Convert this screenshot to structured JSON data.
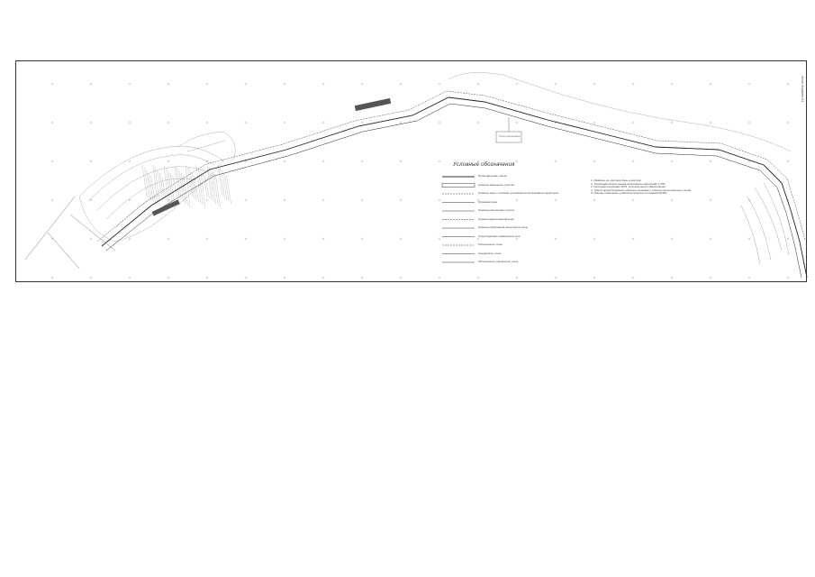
{
  "drawing": {
    "legend_title": "Условные обозначения",
    "side_stamp": "Лист Формат А3",
    "label_box": "Точка подключения"
  },
  "legend": {
    "items": [
      {
        "text": "Проектируемая трасса"
      },
      {
        "text": "Граница земельного участка"
      },
      {
        "text": "Граница зоны с особыми условиями использования территории"
      },
      {
        "text": "Охранная зона"
      },
      {
        "text": "Граница населенного пункта"
      },
      {
        "text": "Граница водоохранной зоны"
      },
      {
        "text": "Граница прибрежной защитной полосы"
      },
      {
        "text": "Существующие инженерные сети"
      },
      {
        "text": "Обозначение точек"
      },
      {
        "text": "Координаты точек"
      },
      {
        "text": "Обозначение поворотных точек"
      }
    ]
  },
  "notes": {
    "lines": [
      "1. Размеры на чертеже даны в метрах.",
      "2. Топографическая съемка выполнена в масштабе 1:500.",
      "3. Система координат МСК, система высот Балтийская.",
      "4. Трасса проектируемого объекта показана с учетом существующих сетей.",
      "5. Границы земельных участков приняты по данным ЕГРН."
    ]
  }
}
